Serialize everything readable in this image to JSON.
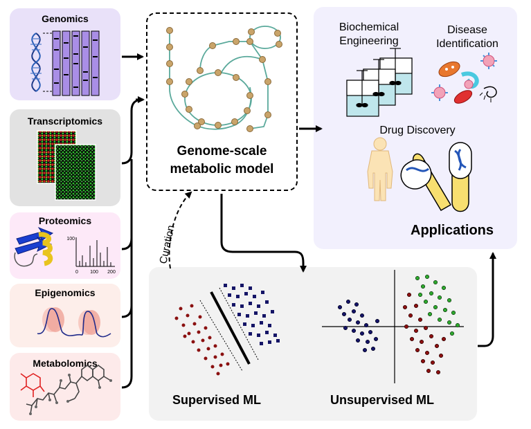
{
  "omics": [
    {
      "label": "Genomics",
      "color": "#e9e1f9"
    },
    {
      "label": "Transcriptomics",
      "color": "#e2e2e2"
    },
    {
      "label": "Proteomics",
      "color": "#fde9f8"
    },
    {
      "label": "Epigenomics",
      "color": "#fdeeea"
    },
    {
      "label": "Metabolomics",
      "color": "#fdeaea"
    }
  ],
  "model": {
    "title_line1": "Genome-scale",
    "title_line2": "metabolic model"
  },
  "curation": "Curation",
  "applications": {
    "title": "Applications",
    "bg_color": "#f2f0fd",
    "items": [
      {
        "line1": "Biochemical",
        "line2": "Engineering"
      },
      {
        "line1": "Disease",
        "line2": "Identification"
      },
      {
        "line1": "Drug Discovery",
        "line2": ""
      }
    ]
  },
  "ml": {
    "bg_color": "#f2f2f2",
    "supervised": "Supervised ML",
    "unsupervised": "Unsupervised ML"
  },
  "proteomics_plot": {
    "y_tick": "100",
    "x_ticks": [
      "0",
      "100",
      "200"
    ]
  }
}
